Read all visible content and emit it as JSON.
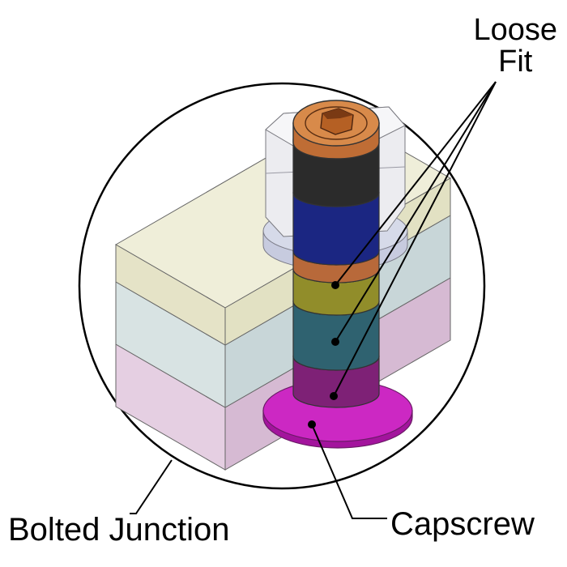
{
  "labels": {
    "loose_fit_line1": "Loose",
    "loose_fit_line2": "Fit",
    "bolted_junction": "Bolted Junction",
    "capscrew": "Capscrew"
  },
  "colors": {
    "plate_top": "#ecebd2",
    "plate_middle": "#d0dcdd",
    "plate_bottom": "#dcc4da",
    "capscrew_head": "#d07a3a",
    "hex_nut": "#e8e8ec",
    "washer": "#d2d6e6",
    "segment_black": "#2a2a2a",
    "segment_blue": "#1a2580",
    "segment_orange": "#b86a3a",
    "segment_olive": "#8e8a2a",
    "segment_teal": "#2e5f6c",
    "segment_purple": "#7a1e72",
    "flange_magenta": "#c21cba",
    "outline": "#000000"
  }
}
